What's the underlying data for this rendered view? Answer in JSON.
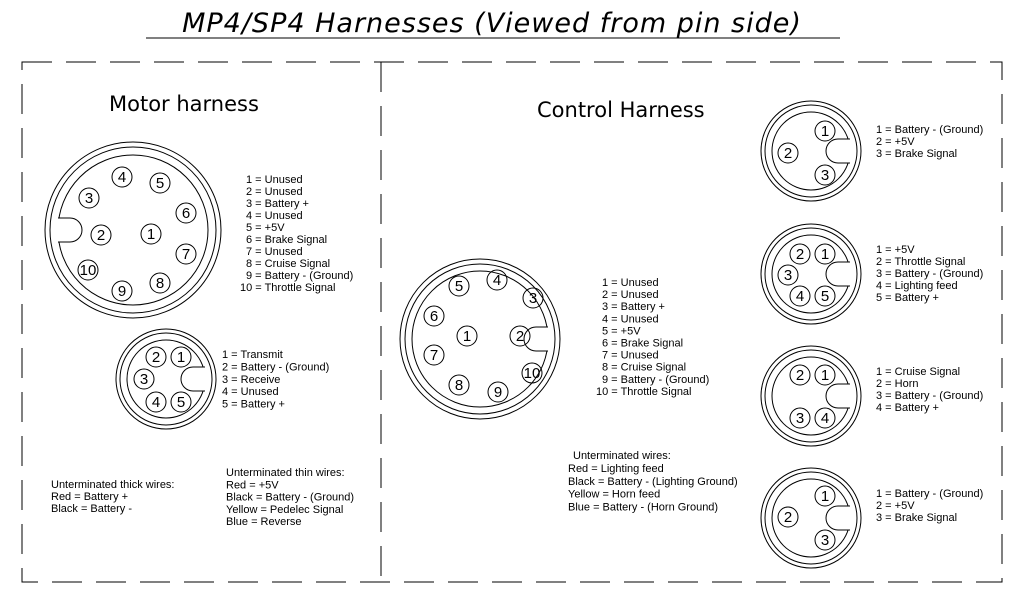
{
  "title": "MP4/SP4 Harnesses (Viewed from pin side)",
  "motor": {
    "heading": "Motor harness",
    "connector10": {
      "pins": [
        "1",
        "2",
        "3",
        "4",
        "5",
        "6",
        "7",
        "8",
        "9",
        "10"
      ],
      "legend": [
        "1 = Unused",
        "2 = Unused",
        "3 = Battery +",
        "4 = Unused",
        "5 = +5V",
        "6 = Brake Signal",
        "7 = Unused",
        "8 = Cruise Signal",
        "9 = Battery - (Ground)",
        "10 = Throttle Signal"
      ]
    },
    "connector5": {
      "pins": [
        "1",
        "2",
        "3",
        "4",
        "5"
      ],
      "legend": [
        "1 = Transmit",
        "2 = Battery - (Ground)",
        "3 = Receive",
        "4 = Unused",
        "5 = Battery +"
      ]
    },
    "thick_wires": [
      "Unterminated thick wires:",
      "Red = Battery +",
      "Black = Battery -"
    ],
    "thin_wires": [
      "Unterminated thin wires:",
      "Red = +5V",
      "Black = Battery - (Ground)",
      "Yellow = Pedelec Signal",
      "Blue = Reverse"
    ]
  },
  "control": {
    "heading": "Control Harness",
    "connector10": {
      "pins": [
        "1",
        "2",
        "3",
        "4",
        "5",
        "6",
        "7",
        "8",
        "9",
        "10"
      ],
      "legend": [
        "1 = Unused",
        "2 = Unused",
        "3 = Battery +",
        "4 = Unused",
        "5 = +5V",
        "6 = Brake Signal",
        "7 = Unused",
        "8 = Cruise Signal",
        "9 = Battery - (Ground)",
        "10 = Throttle Signal"
      ]
    },
    "wires": [
      "Unterminated wires:",
      "Red = Lighting feed",
      "Black = Battery - (Lighting Ground)",
      "Yellow = Horn feed",
      "Blue = Battery - (Horn Ground)"
    ],
    "brake_a": {
      "pins": [
        "1",
        "2",
        "3"
      ],
      "legend": [
        "1 = Battery - (Ground)",
        "2 = +5V",
        "3 = Brake Signal"
      ]
    },
    "throttle": {
      "pins": [
        "1",
        "2",
        "3",
        "4",
        "5"
      ],
      "legend": [
        "1 = +5V",
        "2 = Throttle Signal",
        "3 = Battery - (Ground)",
        "4 = Lighting feed",
        "5 = Battery +"
      ]
    },
    "cruise": {
      "pins": [
        "1",
        "2",
        "3",
        "4"
      ],
      "legend": [
        "1 = Cruise Signal",
        "2 = Horn",
        "3 = Battery - (Ground)",
        "4 = Battery +"
      ]
    },
    "brake_b": {
      "pins": [
        "1",
        "2",
        "3"
      ],
      "legend": [
        "1 = Battery - (Ground)",
        "2 = +5V",
        "3 = Brake Signal"
      ]
    }
  }
}
